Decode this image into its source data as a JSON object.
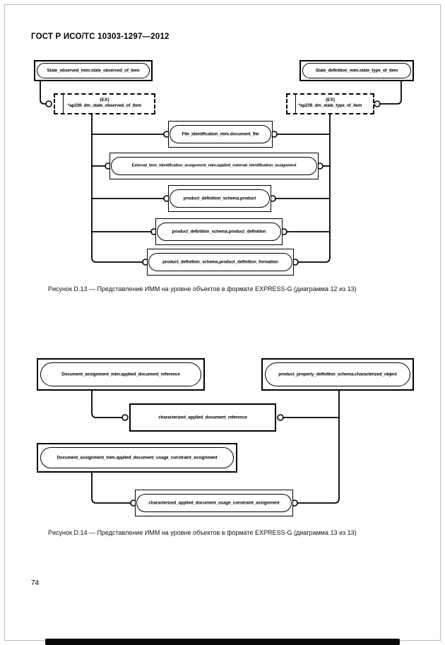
{
  "page": {
    "header": "ГОСТ Р ИСО/ТС 10303-1297—2012",
    "page_number": "74"
  },
  "diagram1": {
    "caption": "Рисунок  D.13 — Представление ИММ на уровне объектов в формате EXPRESS-G (диаграмма 12 из 13)",
    "top_left_entity": "State_observed_mim.state_observed_of_item",
    "top_right_entity": "State_definition_mim.state_type_of_item",
    "ext_left": {
      "tag": "(EX)",
      "name": "*ap239_dm_state_observed_of_item"
    },
    "ext_right": {
      "tag": "(EX)",
      "name": "*ap239_dm_state_type_of_item"
    },
    "rows": [
      {
        "label": "File_identification_mim.document_file"
      },
      {
        "label": "External_item_identification_assignment_mim.applied_external_identification_assignment"
      },
      {
        "label": "product_definition_schema.product"
      },
      {
        "label": "product_definition_schema.product_definition"
      },
      {
        "label": "product_definition_schema.product_definition_formation"
      }
    ]
  },
  "diagram2": {
    "caption": "Рисунок  D.14 — Представление ИММ на уровне объектов в формате EXPRESS-G (диаграмма 13 из 13)",
    "top_left_entity": "Document_assignment_mim.applied_document_reference",
    "top_right_entity": "product_property_definition_schema.characterized_object",
    "middle_entity": "characterized_applied_document_reference",
    "lower_left_entity": "Document_assignment_mim.applied_document_usage_constraint_assignment",
    "bottom_entity": "characterized_applied_document_usage_constraint_assignment"
  }
}
